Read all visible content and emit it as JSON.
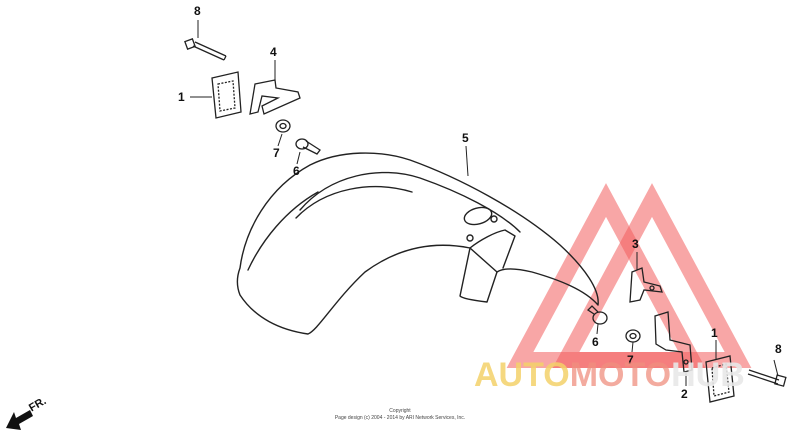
{
  "diagram": {
    "callouts": [
      {
        "id": "c8a",
        "label": "8"
      },
      {
        "id": "c4",
        "label": "4"
      },
      {
        "id": "c1a",
        "label": "1"
      },
      {
        "id": "c7a",
        "label": "7"
      },
      {
        "id": "c6a",
        "label": "6"
      },
      {
        "id": "c5",
        "label": "5"
      },
      {
        "id": "c3",
        "label": "3"
      },
      {
        "id": "c6b",
        "label": "6"
      },
      {
        "id": "c7b",
        "label": "7"
      },
      {
        "id": "c1b",
        "label": "1"
      },
      {
        "id": "c2",
        "label": "2"
      },
      {
        "id": "c8b",
        "label": "8"
      }
    ],
    "front_label": "FR.",
    "copyright_line1": "Copyright",
    "copyright_line2": "Page design (c) 2004 - 2014 by ARI Network Services, Inc."
  },
  "watermark": {
    "part1": "AUTO",
    "part2": "MOTO",
    "part3": "HUB",
    "triangle_color": "#f25c5c"
  }
}
